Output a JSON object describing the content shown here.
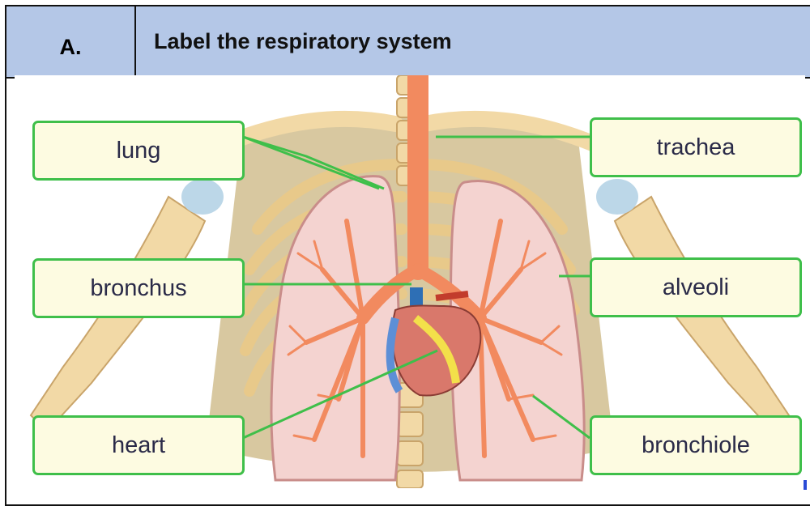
{
  "header": {
    "letter": "A.",
    "title": "Label the respiratory system"
  },
  "diagram": {
    "labels": {
      "lung": "lung",
      "trachea": "trachea",
      "bronchus": "bronchus",
      "alveoli": "alveoli",
      "heart": "heart",
      "bronchiole": "bronchiole"
    }
  },
  "colors": {
    "header_bg": "#b4c7e7",
    "label_border": "#3fbf4a",
    "label_fill": "#fdfbe1",
    "leader_line": "#3fbf4a",
    "lung_fill": "#f4d3d0",
    "airway": "#f28a5f",
    "bone": "#f2d9a6"
  }
}
